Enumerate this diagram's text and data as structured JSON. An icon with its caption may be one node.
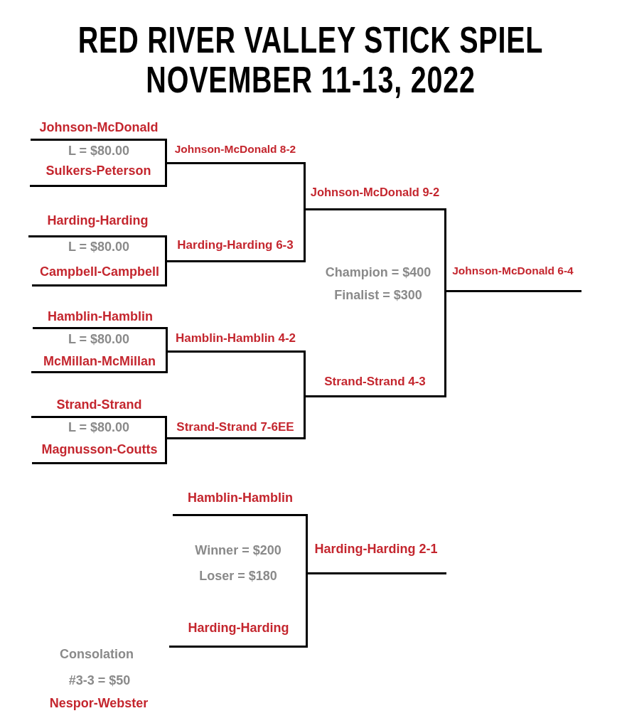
{
  "diagram": {
    "title": "RED RIVER VALLEY STICK SPIEL NOVEMBER 11-13, 2022",
    "nodes": [
      {
        "text": [
          "Johnson-McDonald"
        ]
      },
      {
        "text": [
          "Sulkers-Peterson"
        ]
      },
      {
        "text": [
          "Harding-Harding"
        ]
      },
      {
        "text": [
          "Campbell-Campbell"
        ]
      },
      {
        "text": [
          "Hamblin-Hamblin"
        ]
      },
      {
        "text": [
          "McMillan-McMillan"
        ]
      },
      {
        "text": [
          "Strand-Strand"
        ]
      },
      {
        "text": [
          "Magnusson-Coutts"
        ]
      },
      {
        "text": [
          "Johnson-McDonald 8-2"
        ]
      },
      {
        "text": [
          "Harding-Harding 6-3"
        ]
      },
      {
        "text": [
          "Hamblin-Hamblin 4-2"
        ]
      },
      {
        "text": [
          "Strand-Strand 7-6EE"
        ]
      },
      {
        "text": [
          "Johnson-McDonald 9-2"
        ]
      },
      {
        "text": [
          "Strand-Strand 4-3"
        ]
      },
      {
        "text": [
          "Johnson-McDonald 6-4"
        ]
      },
      {
        "text": [
          "Hamblin-Hamblin"
        ]
      },
      {
        "text": [
          "Harding-Harding"
        ]
      },
      {
        "text": [
          "Harding-Harding 2-1"
        ]
      }
    ],
    "edges": [
      {
        "from": 0,
        "to": 8,
        "arrow": "none"
      },
      {
        "from": 1,
        "to": 8,
        "arrow": "none"
      },
      {
        "from": 2,
        "to": 9,
        "arrow": "none"
      },
      {
        "from": 3,
        "to": 9,
        "arrow": "none"
      },
      {
        "from": 4,
        "to": 10,
        "arrow": "none"
      },
      {
        "from": 5,
        "to": 10,
        "arrow": "none"
      },
      {
        "from": 6,
        "to": 11,
        "arrow": "none"
      },
      {
        "from": 7,
        "to": 11,
        "arrow": "none"
      },
      {
        "from": 8,
        "to": 12,
        "arrow": "none"
      },
      {
        "from": 9,
        "to": 12,
        "arrow": "none"
      },
      {
        "from": 10,
        "to": 13,
        "arrow": "none"
      },
      {
        "from": 11,
        "to": 13,
        "arrow": "none"
      },
      {
        "from": 12,
        "to": 14,
        "arrow": "none"
      },
      {
        "from": 13,
        "to": 14,
        "arrow": "none"
      },
      {
        "from": 15,
        "to": 17,
        "arrow": "none"
      },
      {
        "from": 16,
        "to": 17,
        "arrow": "none"
      }
    ],
    "labels": [
      "L = $80.00",
      "L = $80.00",
      "Champion = $400",
      "Finalist = $300",
      "L = $80.00",
      "L = $80.00",
      "Winner = $200",
      "Loser = $180",
      "Consolation",
      "#3-3 = $50",
      "Nespor-Webster"
    ]
  }
}
